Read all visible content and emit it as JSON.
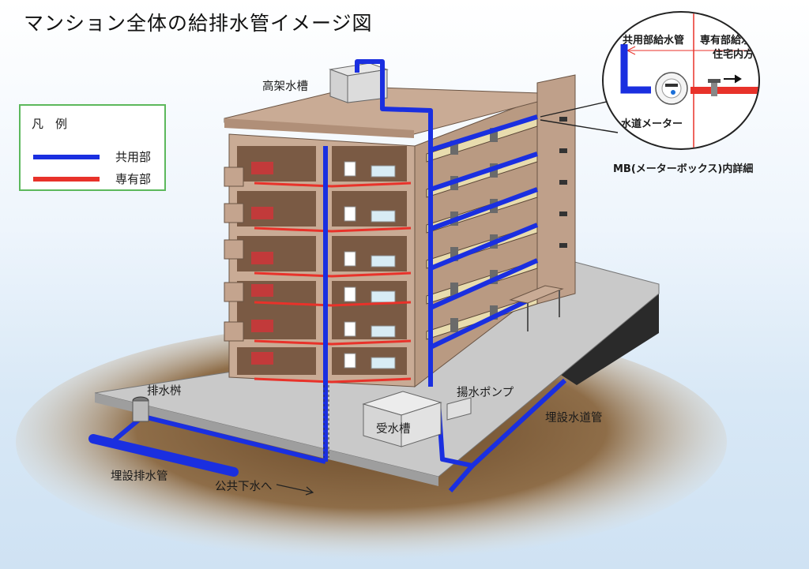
{
  "title": "マンション全体の給排水管イメージ図",
  "legend": {
    "title": "凡　例",
    "items": [
      {
        "label": "共用部",
        "color": "#1a2fe0"
      },
      {
        "label": "専有部",
        "color": "#e8322a"
      }
    ]
  },
  "labels": {
    "elevated_tank": "高架水槽",
    "receiving_tank": "受水槽",
    "pump": "揚水ポンプ",
    "drain_basin": "排水桝",
    "buried_drain": "埋設排水管",
    "public_sewer": "公共下水へ",
    "buried_water": "埋設水道管",
    "mb_detail": "MB(メーターボックス)内詳細"
  },
  "callout": {
    "common_supply": "共用部給水管",
    "private_supply": "専有部給水管",
    "direction": "住宅内方向",
    "meter": "水道メーター"
  },
  "colors": {
    "common": "#1a2fe0",
    "private": "#e8322a",
    "building": "#c9ab95",
    "building_dark": "#a88a74",
    "ground": "#8c6a45"
  }
}
